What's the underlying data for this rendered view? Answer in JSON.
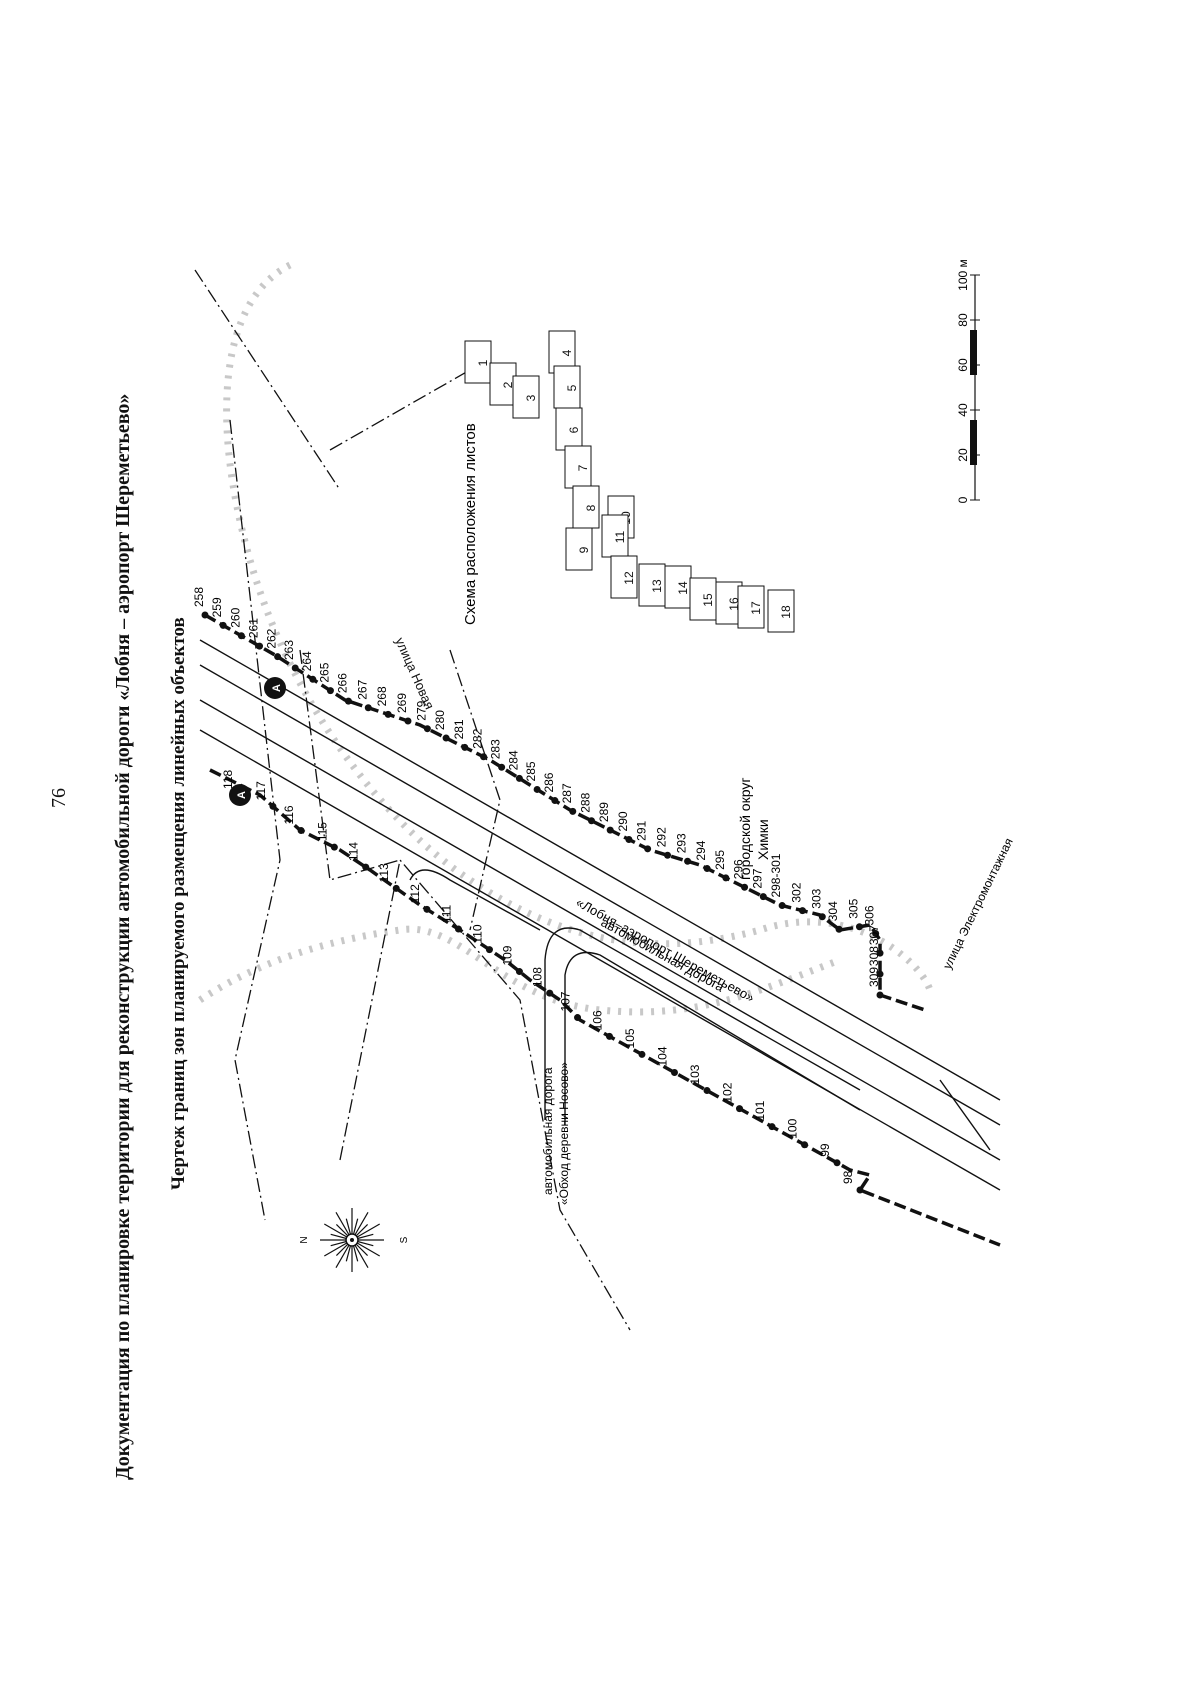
{
  "page": {
    "number": "76"
  },
  "header": {
    "title": "Документация по планировке территории для реконструкции автомобильной дороги «Лобня – аэропорт Шереметьево»",
    "subtitle": "Чертеж границ зон планируемого размещения линейных объектов"
  },
  "map": {
    "labels": {
      "street_novaya": "улица Новая",
      "street_elektromontazhnaya": "улица Электромонтажная",
      "district_line1": "городской округ",
      "district_line2": "Химки",
      "road_main_line1": "автомобильная дорога",
      "road_main_line2": "«Лобня–аэропорт Шереметьево»",
      "road_bypass_line1": "автомобильная дорога",
      "road_bypass_line2": "«Обход деревни Носово»",
      "marker_a1": "А",
      "marker_a2": "А"
    },
    "compass": {
      "north": "N",
      "south": "S"
    },
    "points_south": [
      "98",
      "99",
      "100",
      "101",
      "102",
      "103",
      "104",
      "105",
      "106",
      "107",
      "108",
      "109",
      "110",
      "111",
      "112",
      "113",
      "114",
      "115",
      "116",
      "117",
      "118"
    ],
    "points_north": [
      "258",
      "259",
      "260",
      "261",
      "262",
      "263",
      "264",
      "265",
      "266",
      "267",
      "268",
      "269",
      "279",
      "280",
      "281",
      "282",
      "283",
      "284",
      "285",
      "286",
      "287",
      "288",
      "289",
      "290",
      "291",
      "292",
      "293",
      "294",
      "295",
      "296",
      "297",
      "298-301",
      "302",
      "303",
      "304",
      "305",
      "306",
      "307",
      "308",
      "309"
    ]
  },
  "sheet_scheme": {
    "title": "Схема расположения листов",
    "sheets": [
      "1",
      "2",
      "3",
      "4",
      "5",
      "6",
      "7",
      "8",
      "9",
      "10",
      "11",
      "12",
      "13",
      "14",
      "15",
      "16",
      "17",
      "18"
    ]
  },
  "scale_bar": {
    "ticks": [
      "0",
      "20",
      "40",
      "60",
      "80",
      "100 м"
    ]
  },
  "colors": {
    "ink": "#111111",
    "buffer": "#c8c8c8"
  }
}
